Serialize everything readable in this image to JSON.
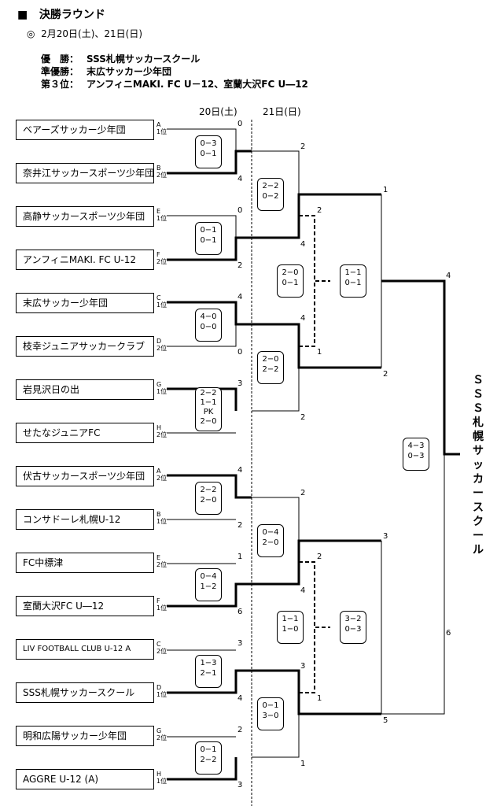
{
  "header": {
    "title": "決勝ラウンド",
    "date": "2月20日(土)、21日(日)"
  },
  "results": [
    {
      "label": "優　勝：",
      "value": "SSS札幌サッカースクール"
    },
    {
      "label": "準優勝：",
      "value": "末広サッカー少年団"
    },
    {
      "label": "第３位：",
      "value": "アンフィニMAKI. FC  U－12、室蘭大沢FC  U―12"
    }
  ],
  "days": {
    "day1": "20日(土)",
    "day2": "21日(日)"
  },
  "teams": [
    {
      "name": "ベアーズサッカー少年団",
      "seed": "A",
      "rank": "1位"
    },
    {
      "name": "奈井江サッカースポーツ少年団",
      "seed": "B",
      "rank": "2位"
    },
    {
      "name": "高静サッカースポーツ少年団",
      "seed": "E",
      "rank": "1位"
    },
    {
      "name": "アンフィニMAKI. FC  U-12",
      "seed": "F",
      "rank": "2位"
    },
    {
      "name": "末広サッカー少年団",
      "seed": "C",
      "rank": "1位"
    },
    {
      "name": "枝幸ジュニアサッカークラブ",
      "seed": "D",
      "rank": "2位"
    },
    {
      "name": "岩見沢日の出",
      "seed": "G",
      "rank": "1位"
    },
    {
      "name": "せたなジュニアFC",
      "seed": "H",
      "rank": "2位"
    },
    {
      "name": "伏古サッカースポーツ少年団",
      "seed": "A",
      "rank": "2位"
    },
    {
      "name": "コンサドーレ札幌U-12",
      "seed": "B",
      "rank": "1位"
    },
    {
      "name": "FC中標津",
      "seed": "E",
      "rank": "2位"
    },
    {
      "name": "室蘭大沢FC  U―12",
      "seed": "F",
      "rank": "1位"
    },
    {
      "name": "LIV  FOOTBALL  CLUB U-12  A",
      "seed": "C",
      "rank": "2位"
    },
    {
      "name": "SSS札幌サッカースクール",
      "seed": "D",
      "rank": "1位"
    },
    {
      "name": "明和広陽サッカー少年団",
      "seed": "G",
      "rank": "2位"
    },
    {
      "name": "AGGRE  U-12 (A)",
      "seed": "H",
      "rank": "1位"
    }
  ],
  "round1_scores": [
    [
      "0",
      "4"
    ],
    [
      "0",
      "2"
    ],
    [
      "4",
      "0"
    ],
    [
      "3",
      ""
    ],
    [
      "4",
      "2"
    ],
    [
      "1",
      "6"
    ],
    [
      "3",
      "4"
    ],
    [
      "2",
      "3"
    ]
  ],
  "round1_boxes": [
    [
      "0−3",
      "0−1"
    ],
    [
      "0−1",
      "0−1"
    ],
    [
      "4−0",
      "0−0"
    ],
    [
      "2−2",
      "1−1",
      "PK",
      "2−0"
    ],
    [
      "2−2",
      "2−0"
    ],
    [
      "0−4",
      "1−2"
    ],
    [
      "1−3",
      "2−1"
    ],
    [
      "0−1",
      "2−2"
    ]
  ],
  "round2_scores": [
    [
      "2",
      "4"
    ],
    [
      "4",
      "2"
    ],
    [
      "2",
      "4"
    ],
    [
      "3",
      "1"
    ]
  ],
  "round2_boxes": [
    [
      "2−2",
      "0−2"
    ],
    [
      "2−0",
      "2−2"
    ],
    [
      "0−4",
      "2−0"
    ],
    [
      "0−1",
      "3−0"
    ]
  ],
  "round3_scores": [
    [
      "1",
      "2"
    ],
    [
      "3",
      "5"
    ]
  ],
  "round3_boxes": [
    [
      "1−1",
      "0−1"
    ],
    [
      "3−2",
      "0−3"
    ]
  ],
  "third_place_scores": [
    [
      "2",
      "1"
    ],
    [
      "2",
      "1"
    ]
  ],
  "third_place_boxes": [
    [
      "2−0",
      "0−1"
    ],
    [
      "1−1",
      "1−0"
    ]
  ],
  "final_scores": [
    "4",
    "6"
  ],
  "final_box": [
    "4−3",
    "0−3"
  ],
  "champion_vertical": "ＳＳＳ札幌サッカースクール"
}
